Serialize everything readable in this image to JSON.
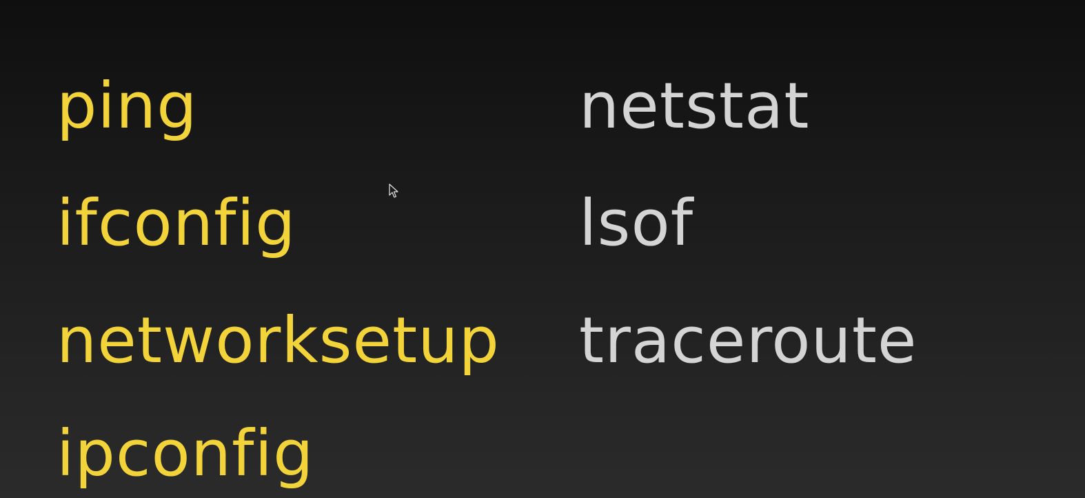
{
  "slide": {
    "left_commands": [
      "ping",
      "ifconfig",
      "networksetup",
      "ipconfig"
    ],
    "right_commands": [
      "netstat",
      "lsof",
      "traceroute"
    ]
  },
  "colors": {
    "highlight": "#f2d43a",
    "secondary": "#d4d4d4",
    "background_top": "#0f0f0f",
    "background_bottom": "#2b2b2b"
  },
  "icons": {
    "cursor": "mouse-pointer-icon"
  }
}
